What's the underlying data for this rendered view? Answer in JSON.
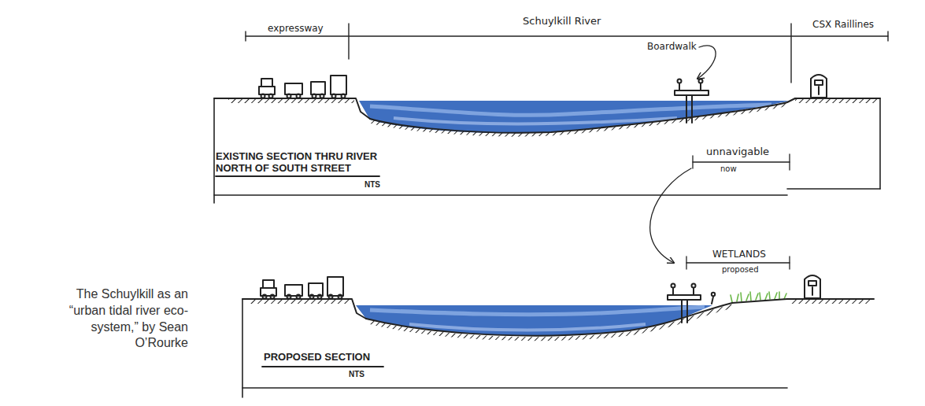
{
  "diagram": {
    "caption": "The Schuylkill as an “urban tidal river eco-system,” by Sean O’Rourke",
    "labels": [
      "expressway",
      "Schuylkill River",
      "CSX Raillines",
      "Boardwalk",
      "EXISTING SECTION THRU RIVER NORTH OF SOUTH STREET",
      "NTS",
      "unnavigable",
      "now",
      "WETLANDS",
      "proposed",
      "PROPOSED SECTION",
      "NTS"
    ]
  }
}
